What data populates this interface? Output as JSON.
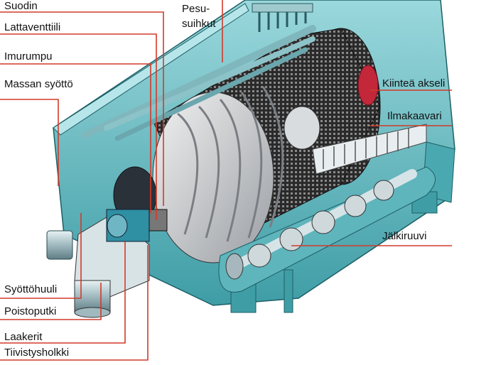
{
  "labels": {
    "suodin": "Suodin",
    "lattaventtiili": "Lattaventtiili",
    "imurumpu": "Imurumpu",
    "massan_syotto": "Massan syöttö",
    "pesusuihkut_line1": "Pesu-",
    "pesusuihkut_line2": "suihkut",
    "kiintea_akseli": "Kiinteä akseli",
    "ilmakaavari": "Ilmakaavari",
    "jalkiruuvi": "Jälkiruuvi",
    "syottohuuli": "Syöttöhuuli",
    "poistoputki": "Poistoputki",
    "laakerit": "Laakerit",
    "tiivistysholkki": "Tiivistysholkki"
  },
  "colors": {
    "leader_line": "#d23a2a",
    "housing_teal": "#6fc3c8",
    "housing_dark": "#2f8f99",
    "drum_grey": "#c9ccd0",
    "drum_dark": "#3a3a3a",
    "shaft_red": "#c2283a"
  }
}
